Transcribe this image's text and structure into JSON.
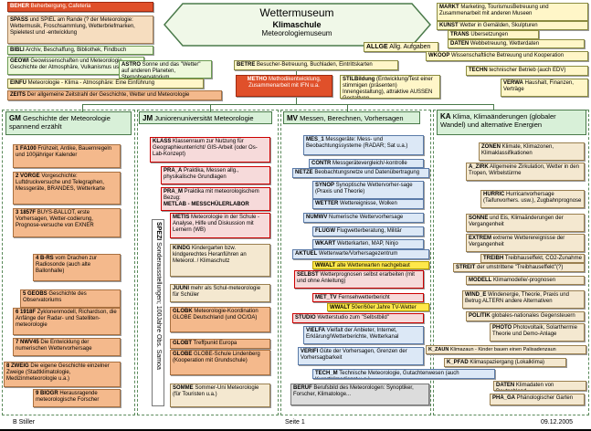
{
  "title": {
    "l1": "Wettermuseum",
    "l2": "Klimaschule",
    "l3": "Meteorologiemuseum"
  },
  "top_left": [
    {
      "k": "tl0",
      "bold": "BEHER",
      "text": " Beherbergung, Cafeteria"
    },
    {
      "k": "tl1",
      "bold": "SPASS",
      "text": " und SPIEL am Rande (? der Meteorologie: Wettermusik, Froschsammlung, Wetterbriefmarken, Spieletest und -entwicklung"
    },
    {
      "k": "tl2",
      "bold": "BIBLI",
      "text": " Archiv, Beschaffung, Bibliothek, Findbuch"
    },
    {
      "k": "tl3",
      "bold": "GEOWI",
      "text": " Geowissenschaften und Meteorologie, Geschichte der Atmosphäre, Vulkanismus usw."
    },
    {
      "k": "tl4",
      "bold": "ASTRO",
      "text": " Sonne und das \"Wetter\" auf anderen Planeten, Sternobservatorium"
    },
    {
      "k": "tl5",
      "bold": "EINFU",
      "text": " Meteorologie - Klima - Atmosphäre: Eine Einführung"
    },
    {
      "k": "tl6",
      "bold": "ZEITS",
      "text": " Der allgemeine Zeitstrahl der Geschichte, Wetter und Meteorologie"
    }
  ],
  "top_right": [
    {
      "k": "tr0",
      "bold": "MARKT",
      "text": " Marketing, TourismusBetreuung und Zusammenarbeit mit anderen Museen"
    },
    {
      "k": "tr1",
      "bold": "KUNST",
      "text": " Wetter in Gemälden, Skulpturen"
    },
    {
      "k": "tr2",
      "bold": "TRANS",
      "text": " Übersetzungen"
    },
    {
      "k": "tr3",
      "bold": "DATEN",
      "text": " Webbetreuung, Wetterdaten"
    },
    {
      "k": "tr4",
      "bold": "ALLGE",
      "text": " Allg. Aufgaben"
    },
    {
      "k": "tr5",
      "bold": "WKOOP",
      "text": " Wissenschaftliche Betreuung und Kooperation"
    },
    {
      "k": "tr6",
      "bold": "TECHN",
      "text": " technischer Betrieb (auch EDV)"
    },
    {
      "k": "tr7",
      "bold": "VERWA",
      "text": " Haushalt, Finanzen, Verträge"
    }
  ],
  "center": [
    {
      "k": "c0",
      "bold": "BETRE",
      "text": " Besucher-Betreuung, Buchladen, Eintrittskarten"
    },
    {
      "k": "c1",
      "bold": "METHO",
      "text": " Methodikentwicklung, Zusammenarbeit mit IFN u.a."
    },
    {
      "k": "c2",
      "bold": "STILBildung",
      "text": " (Entwicklung/Test einer stimmigen (präsenten) Innengestaltung), attraktive AUSSEN Gestaltung"
    }
  ],
  "headers": {
    "gm": {
      "code": "GM",
      "text": " Geschichte der Meteorologie spannend erzählt"
    },
    "jm": {
      "code": "JM",
      "text": " Juniorenuniversität Meteorologie"
    },
    "mv": {
      "code": "MV",
      "text": " Messen, Berechnen, Vorhersagen"
    },
    "ka": {
      "code": "KA",
      "text": " Klima, Klimaänderungen (globaler Wandel) und alternative Energien"
    }
  },
  "gm_items": [
    {
      "k": "g0",
      "bold": "1 FA100",
      "text": " Frühzeit, Antike, Bauernregeln und 100jähriger Kalender"
    },
    {
      "k": "g1",
      "bold": "2 VORGE",
      "text": " Vorgeschichte: Luftdruckversuche und Telegraphen, Messgeräte, BRANDES, Wetterkarte"
    },
    {
      "k": "g2",
      "bold": "3 1857F",
      "text": " BUYS-BALLOT, erste Vorhersagen, Wetter-codierung, Prognose-versuche von EXNER"
    },
    {
      "k": "g3",
      "bold": "4 B-RS",
      "text": " vom Drachen zur Radiosonde (auch alte Ballonhalle)"
    },
    {
      "k": "g4",
      "bold": "5 GEOBS",
      "text": " Geschichte des Observatoriums"
    },
    {
      "k": "g5",
      "bold": "6 1918F",
      "text": " Zyklonenmodell, Richardson, die Anfänge der Radar- und Satelliten-meteorologie"
    },
    {
      "k": "g6",
      "bold": "7 NWV45",
      "text": " Die Entwicklung der numerischen Wettervorhersage"
    },
    {
      "k": "g7",
      "bold": "8 ZWEIG",
      "text": " Die eigene Geschichte einzelner Zweige (Stadtklimatologie, Medizinmeteorologie u.a.)"
    },
    {
      "k": "g8",
      "bold": "9 BIOGR",
      "text": " Herausragende meteorologische Forscher"
    }
  ],
  "jm_items": [
    {
      "k": "j0",
      "bold": "KLASS",
      "text": " Klassenraum zur Nutzung für Geographieunterricht/ GIS-Arbeit (oder Os-Lab-Konzept)"
    },
    {
      "k": "j1",
      "bold": "PRA_A",
      "text": " Praktika, Messen allg., physikalische Grundlagen"
    },
    {
      "k": "j2",
      "bold": "PRA_M",
      "text": " Praktika mit meteorologischem Bezug:",
      "extra": "METLAB - MESSCHÜLERLABOR"
    },
    {
      "k": "j3",
      "bold": "METIS",
      "text": " Meteorologie in der Schule - Analyse, Hilfe und Diskussion mit Lernern (WB)"
    },
    {
      "k": "j4",
      "bold": "KINDG",
      "text": " Kindergarten bzw. kindgerechtes Heranführen an Meteorol. / Klimaschutz"
    },
    {
      "k": "j5",
      "bold": "JUUNI",
      "text": " mehr als Schul-meteorologie für Schüler"
    },
    {
      "k": "j6",
      "bold": "GLOBK",
      "text": " Meteorologie-Koordination GLOBE Deutschland (und OC/OA)"
    },
    {
      "k": "j7",
      "bold": "GLOBT",
      "text": " Treffpunkt Europa"
    },
    {
      "k": "j8",
      "bold": "GLOBE",
      "text": " GLOBE-Schule Lindenberg (Kooperation mit Grundschule)"
    },
    {
      "k": "j9",
      "bold": "SOMME",
      "text": " Sommer-Uni Meteorologie (für Touristen u.a.)"
    }
  ],
  "jm_vertical": {
    "bold": "SPEZI",
    "text": " Sonderausstellungen; 100Jahre Obs. Samoa"
  },
  "mv_items": [
    {
      "k": "m0",
      "bold": "MES_1",
      "text": " Messgeräte: Mess- und Beobachtungssysteme (RADAR; Sat u.a.)",
      "cls": "blue"
    },
    {
      "k": "m1",
      "bold": "CONTR",
      "text": " Messgerätevergleich/-kontrolle",
      "cls": "blue"
    },
    {
      "k": "m2",
      "bold": "NETZE",
      "text": " Beobachtungsnetze und Datenübertragung",
      "cls": "blue"
    },
    {
      "k": "m3",
      "bold": "SYNOP",
      "text": " Synoptische Wettervorher-sage (Praxis und Theorie)",
      "cls": "blue"
    },
    {
      "k": "m4",
      "bold": "WETTER",
      "text": " Wettereignisse, Wolken",
      "cls": "blue"
    },
    {
      "k": "m5",
      "bold": "NUMWV",
      "text": " Numerische Wettervorhersage",
      "cls": "blue"
    },
    {
      "k": "m6",
      "bold": "FLUGW",
      "text": " Flugwetterberatung, Militär",
      "cls": "blue"
    },
    {
      "k": "m7",
      "bold": "WKART",
      "text": " Wetterkarten, MAP, Ninjo",
      "cls": "blue"
    },
    {
      "k": "m8",
      "bold": "AKTUEL",
      "text": " Wetterwarte/Vorhersagezentrum",
      "cls": "blue"
    },
    {
      "k": "m9",
      "bold": "WWALT",
      "text": " alte Wetterwarten nachgebaut",
      "cls": "ybar"
    },
    {
      "k": "m10",
      "bold": "SELBST",
      "text": " Wetterprognosen selbst erarbeiten (mit und ohne Anleitung)",
      "cls": "pinkl"
    },
    {
      "k": "m11",
      "bold": "MET_TV",
      "text": " Fernsehwetterbericht",
      "cls": "pinkl"
    },
    {
      "k": "m12",
      "bold": "WWALT",
      "text": " 50er/60er Jahre TV-Wetter",
      "cls": "ybar"
    },
    {
      "k": "m13",
      "bold": "STUDIO",
      "text": " Wetterstudio zum \"Selbstbild\"",
      "cls": "pinkl"
    },
    {
      "k": "m14",
      "bold": "VIELFA",
      "text": " Vielfalt der Anbieter, Internet, Erklärung/Wetterberichte, Wetterkanal",
      "cls": "blue"
    },
    {
      "k": "m15",
      "bold": "VERIFI",
      "text": " Güte der Vorhersagen, Grenzen der Vorhersagbarkeit",
      "cls": "blue"
    },
    {
      "k": "m16",
      "bold": "TECH_M",
      "text": " Technische Meteorologie, Gutachtenwesen (auch Kurortklimadienst u.a.)",
      "cls": "blue"
    },
    {
      "k": "m17",
      "bold": "BERUF",
      "text": " Berufsbild des Meteorologen: Synoptiker, Forscher, Klimatologe...",
      "cls": "grey"
    }
  ],
  "ka_items": [
    {
      "k": "a0",
      "bold": "ZONEN",
      "text": " Klimate, Klimazonen, Klimaklassifikationen"
    },
    {
      "k": "a1",
      "bold": "A_ZIRK",
      "text": " Allgemeine Zirkulation, Wetter in den Tropen, Wirbelstürme"
    },
    {
      "k": "a2",
      "bold": "HURRIC",
      "text": " Hurricanvorhersage (Taifunvorhers. usw.), Zugbahnprognose"
    },
    {
      "k": "a3",
      "bold": "SONNE",
      "text": " und Eis, Klimaänderungen der Vergangenheit"
    },
    {
      "k": "a4",
      "bold": "EXTREM",
      "text": " extreme Wetterereignisse der Vergangenheit"
    },
    {
      "k": "a5",
      "bold": "TREIBH",
      "text": " Treibhauseffekt, CO2-Zunahme"
    },
    {
      "k": "a6",
      "bold": "STREIT",
      "text": " der umstrittene \"Treibhauseffekt\"(?)"
    },
    {
      "k": "a7",
      "bold": "MODELL",
      "text": " Klimamodelle/-prognosen"
    },
    {
      "k": "a8",
      "bold": "WIND_E",
      "text": " Windenergie, Theorie, Praxis und Betrug ALTERN andere Alternativen"
    },
    {
      "k": "a9",
      "bold": "POLITIK",
      "text": " globales-nationales Gegensteuern"
    },
    {
      "k": "a10",
      "bold": "PHOTO",
      "text": " Photovoltaik, Solarthermie Theorie und Demo-Anlage"
    },
    {
      "k": "a11",
      "bold": "K_ZAUN",
      "text": " Klimazaun - Kinder bauen einen Palisadenzaun"
    },
    {
      "k": "a12",
      "bold": "K_PFAD",
      "text": " Klimaspaziergang (Lokalklima)"
    },
    {
      "k": "a13",
      "bold": "DATEN",
      "text": " Klimadaten von Deutschland"
    },
    {
      "k": "a14",
      "bold": "PHÄ_GA",
      "text": " Phänologischer Garten"
    }
  ],
  "footer": {
    "left": "B Stiller",
    "center": "Seite 1",
    "right": "09.12.2005"
  }
}
